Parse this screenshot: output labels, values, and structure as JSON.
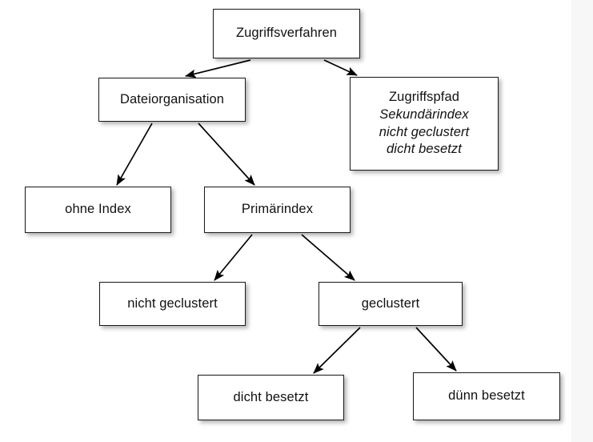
{
  "diagram": {
    "title_text": "Zugriffsverfahren",
    "background_color": "#ffffff",
    "panel_color": "#f7f7f7",
    "node_border_color": "#1a1a1a",
    "edge_color": "#000000",
    "nodes": [
      {
        "id": "zugriffsverfahren",
        "label": "Zugriffsverfahren"
      },
      {
        "id": "dateiorganisation",
        "label": "Dateiorganisation"
      },
      {
        "id": "zugriffspfad",
        "line1": "Zugriffspfad",
        "line2": "Sekundärindex",
        "line3": "nicht geclustert",
        "line4": "dicht besetzt"
      },
      {
        "id": "ohne-index",
        "label": "ohne Index"
      },
      {
        "id": "primaerindex",
        "label": "Primärindex"
      },
      {
        "id": "nicht-geclustert",
        "label": "nicht geclustert"
      },
      {
        "id": "geclustert",
        "label": "geclustert"
      },
      {
        "id": "dicht-besetzt",
        "label": "dicht besetzt"
      },
      {
        "id": "duenn-besetzt",
        "label": "dünn besetzt"
      }
    ],
    "edges": [
      {
        "from": "zugriffsverfahren",
        "to": "dateiorganisation"
      },
      {
        "from": "zugriffsverfahren",
        "to": "zugriffspfad"
      },
      {
        "from": "dateiorganisation",
        "to": "ohne-index"
      },
      {
        "from": "dateiorganisation",
        "to": "primaerindex"
      },
      {
        "from": "primaerindex",
        "to": "nicht-geclustert"
      },
      {
        "from": "primaerindex",
        "to": "geclustert"
      },
      {
        "from": "geclustert",
        "to": "dicht-besetzt"
      },
      {
        "from": "geclustert",
        "to": "duenn-besetzt"
      }
    ]
  }
}
